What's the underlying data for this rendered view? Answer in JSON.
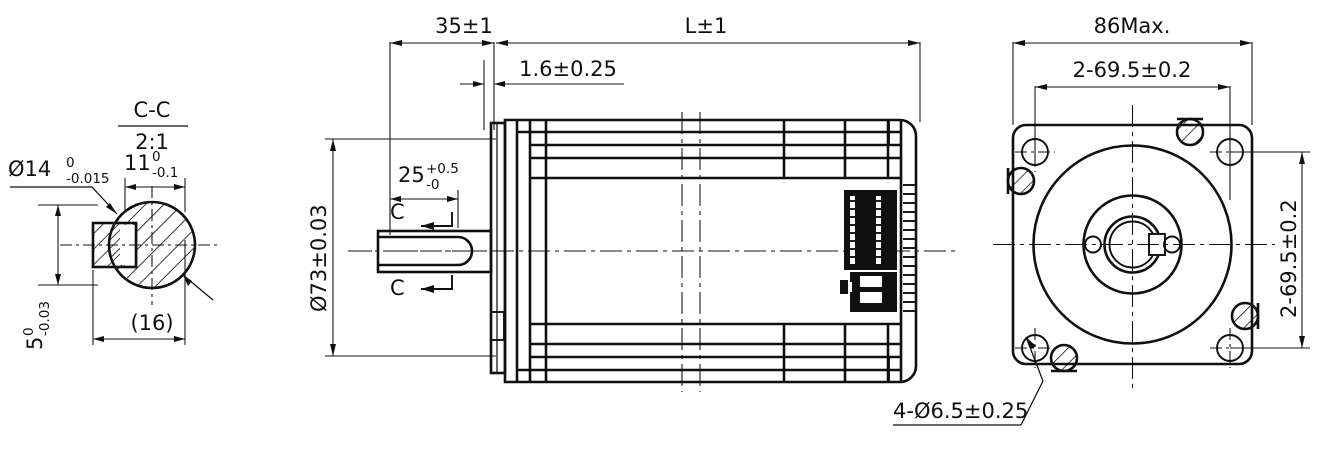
{
  "drawing": {
    "type": "mechanical-engineering-drawing",
    "subject": "NEMA 34 stepper motor outline drawing",
    "views": [
      "section-detail-C-C",
      "side-elevation",
      "front-end-view"
    ]
  },
  "section_view": {
    "title": "C-C",
    "scale": "2:1",
    "shaft_diameter": {
      "value": "Ø14",
      "tol_upper": "0",
      "tol_lower": "-0.015"
    },
    "key_width": {
      "value": "11",
      "tol_upper": "0",
      "tol_lower": "-0.1"
    },
    "key_depth": {
      "value": "5",
      "tol_upper": "0",
      "tol_lower": "-0.03"
    },
    "flat_width": "(16)"
  },
  "side_view": {
    "shaft_length": "35±1",
    "body_length": "L±1",
    "pilot_thickness": "1.6±0.25",
    "key_length": {
      "value": "25",
      "tol_upper": "+0.5",
      "tol_lower": "-0"
    },
    "pilot_diameter": "Ø73±0.03",
    "section_mark": "C"
  },
  "front_view": {
    "flange_width": "86Max.",
    "hole_pitch_horizontal": "2-69.5±0.2",
    "hole_pitch_vertical": "2-69.5±0.2",
    "mounting_holes": "4-Ø6.5±0.25"
  },
  "style": {
    "line_color": "#101010",
    "background": "#ffffff"
  }
}
